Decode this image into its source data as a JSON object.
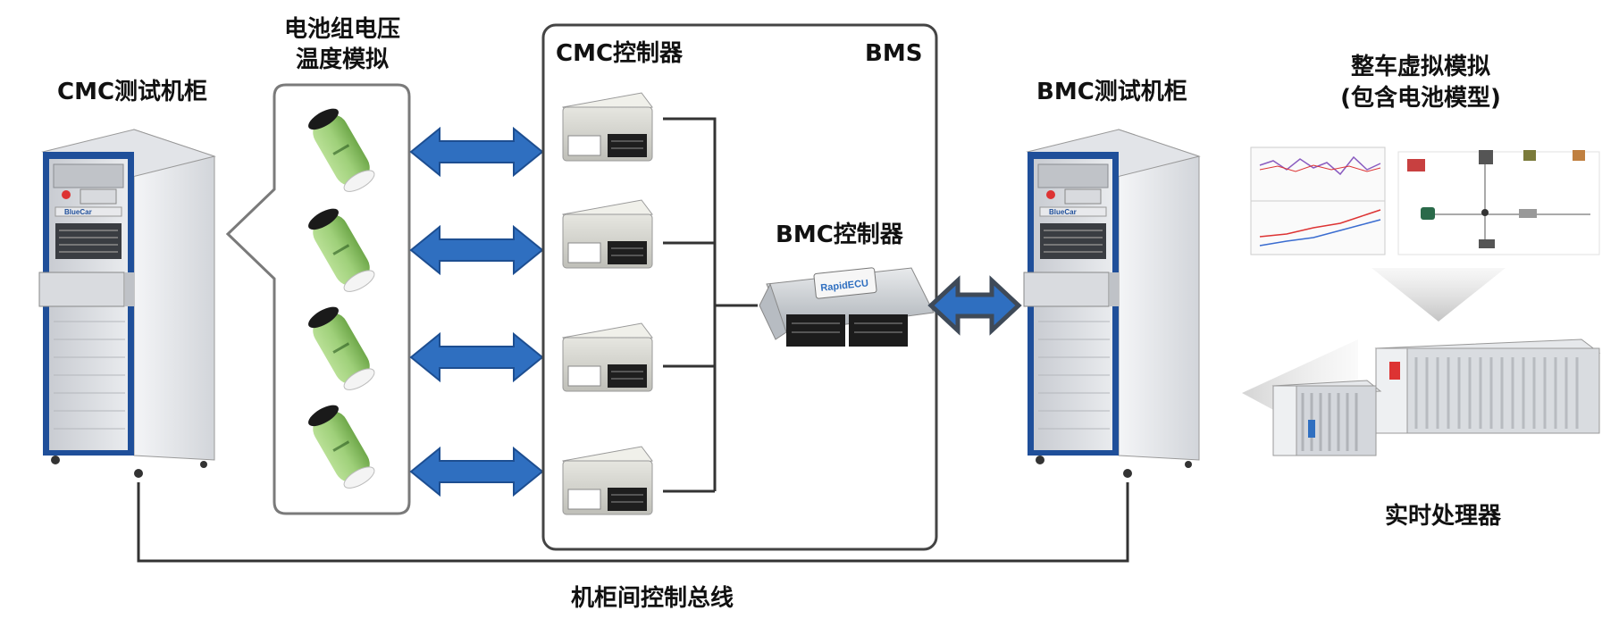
{
  "labels": {
    "cmc_cabinet": "CMC测试机柜",
    "battery_sim_line1": "电池组电压",
    "battery_sim_line2": "温度模拟",
    "cmc_controller": "CMC控制器",
    "bms": "BMS",
    "bmc_controller": "BMC控制器",
    "bmc_cabinet": "BMC测试机柜",
    "vehicle_sim_line1": "整车虚拟模拟",
    "vehicle_sim_line2": "(包含电池模型)",
    "realtime_processor": "实时处理器",
    "bus": "机柜间控制总线",
    "ecu_brand": "RapidECU",
    "cabinet_brand": "BlueCar"
  },
  "colors": {
    "arrow_blue": "#2f6fc0",
    "arrow_dark": "#4a5a6e",
    "box_border": "#444444",
    "cabinet_frame": "#1f4f9a",
    "battery_green": "#9fd07a"
  }
}
